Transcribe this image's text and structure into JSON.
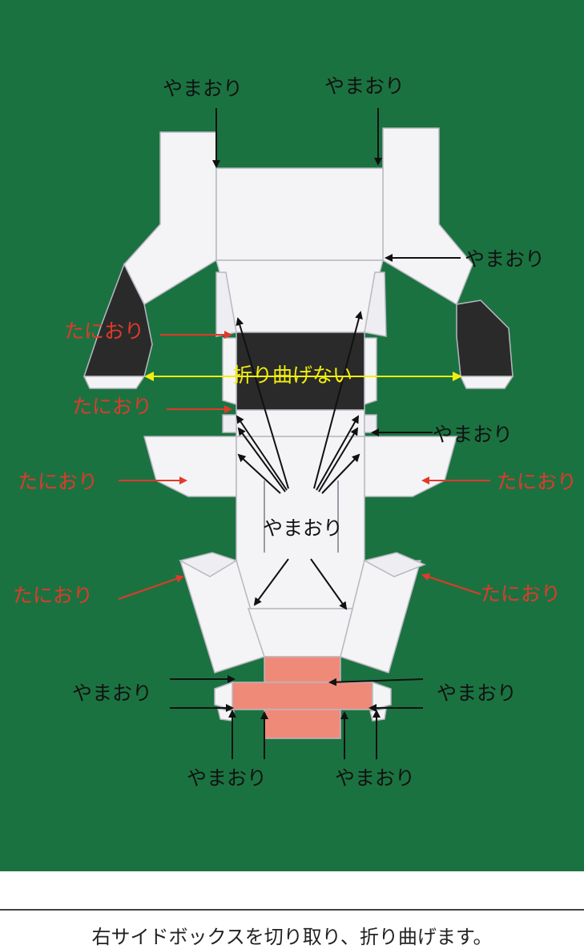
{
  "colors": {
    "felt_green": "#1f7a47",
    "paper_white": "#f4f4f6",
    "dark_panel": "#2a2a2a",
    "salmon_part": "#f08a78",
    "mountain_arrow": "#111111",
    "valley_arrow": "#e03a2a",
    "no_fold_arrow": "#f2ee10"
  },
  "labels": {
    "mountain_fold": "やまおり",
    "valley_fold": "たにおり",
    "no_fold": "折り曲げない"
  },
  "caption": "右サイドボックスを切り取り、折り曲げます。"
}
